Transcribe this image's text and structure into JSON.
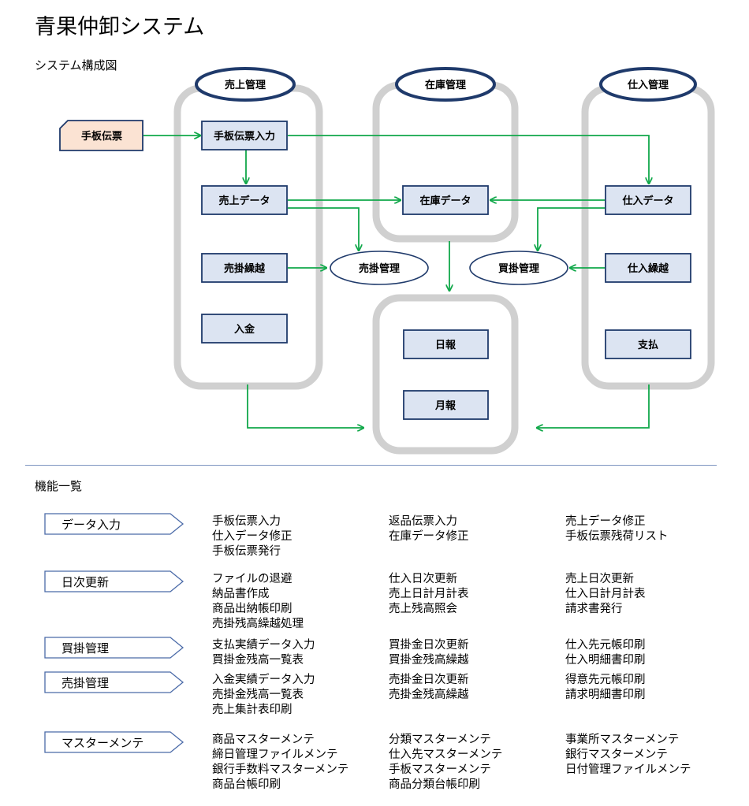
{
  "header": {
    "title": "青果仲卸システム",
    "diagram_title": "システム構成図",
    "function_list_title": "機能一覧"
  },
  "diagram": {
    "groups": {
      "sales": "売上管理",
      "inventory": "在庫管理",
      "purchase": "仕入管理"
    },
    "source": "手板伝票",
    "boxes": {
      "slip_input": "手板伝票入力",
      "sales_data": "売上データ",
      "sales_carry": "売掛繰越",
      "payment_in": "入金",
      "inventory_data": "在庫データ",
      "daily": "日報",
      "monthly": "月報",
      "purchase_data": "仕入データ",
      "purchase_carry": "仕入繰越",
      "payment_out": "支払"
    },
    "ellipses": {
      "receivable": "売掛管理",
      "payable": "買掛管理"
    },
    "colors": {
      "group_border": "#d0d0d0",
      "header_ellipse": "#1f3a6b",
      "box_fill": "#dce4f2",
      "box_border": "#1f3a6b",
      "arrow": "#11a84a",
      "source_fill": "#fbe3d3"
    }
  },
  "functions": [
    {
      "category": "データ入力",
      "columns": [
        [
          "手板伝票入力",
          "仕入データ修正",
          "手板伝票発行"
        ],
        [
          "返品伝票入力",
          "在庫データ修正"
        ],
        [
          "売上データ修正",
          "手板伝票残荷リスト"
        ]
      ]
    },
    {
      "category": "日次更新",
      "columns": [
        [
          "ファイルの退避",
          "納品書作成",
          "商品出納帳印刷",
          "売掛残高繰越処理"
        ],
        [
          "仕入日次更新",
          "売上日計月計表",
          "売上残高照会"
        ],
        [
          "売上日次更新",
          "仕入日計月計表",
          "請求書発行"
        ]
      ]
    },
    {
      "category": "買掛管理",
      "columns": [
        [
          "支払実績データ入力",
          "買掛金残高一覧表"
        ],
        [
          "買掛金日次更新",
          "買掛金残高繰越"
        ],
        [
          "仕入先元帳印刷",
          "仕入明細書印刷"
        ]
      ]
    },
    {
      "category": "売掛管理",
      "columns": [
        [
          "入金実績データ入力",
          "売掛金残高一覧表",
          "売上集計表印刷"
        ],
        [
          "売掛金日次更新",
          "売掛金残高繰越"
        ],
        [
          "得意先元帳印刷",
          "請求明細書印刷"
        ]
      ]
    },
    {
      "category": "マスターメンテ",
      "columns": [
        [
          "商品マスターメンテ",
          "締日管理ファイルメンテ",
          "銀行手数料マスターメンテ",
          "商品台帳印刷"
        ],
        [
          "分類マスターメンテ",
          "仕入先マスターメンテ",
          "手板マスターメンテ",
          "商品分類台帳印刷"
        ],
        [
          "事業所マスターメンテ",
          "銀行マスターメンテ",
          "日付管理ファイルメンテ"
        ]
      ]
    }
  ]
}
